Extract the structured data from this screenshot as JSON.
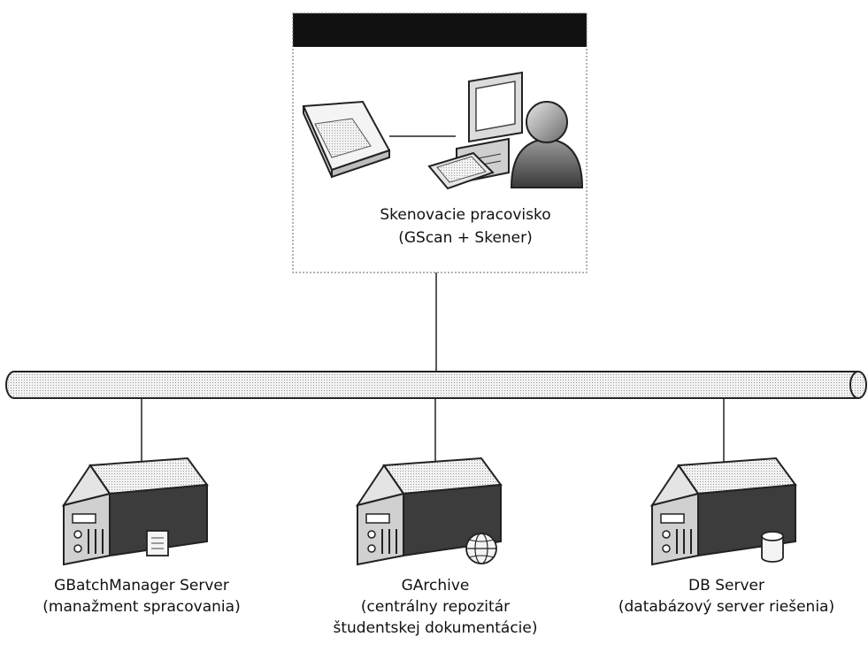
{
  "workstation": {
    "title": "Skenovacie pracovisko",
    "subtitle": "(GScan + Skener)"
  },
  "network": {
    "bus_color": "#e8e8e8"
  },
  "servers": [
    {
      "name": "GBatchManager Server",
      "description": "(manažment spracovania)",
      "badge_icon": "document-icon"
    },
    {
      "name": "GArchive",
      "description": "(centrálny repozitár",
      "description2": "študentskej dokumentácie)",
      "badge_icon": "globe-icon"
    },
    {
      "name": "DB Server",
      "description": "(databázový server riešenia)",
      "badge_icon": "database-icon"
    }
  ]
}
